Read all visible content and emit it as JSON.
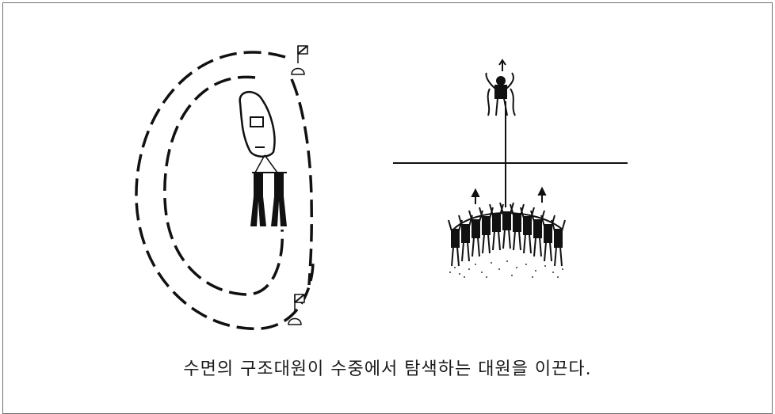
{
  "caption": "수면의 구조대원이 수중에서 탐색하는 대원을 이끈다.",
  "illustrations": [
    {
      "subject": "boat-with-divers-circling-search",
      "icons": [
        "boat-icon",
        "diver-icon",
        "dive-flag-buoy-icon"
      ]
    },
    {
      "subject": "surface-diver-leading-underwater-line-search",
      "icons": [
        "diver-icon"
      ]
    }
  ]
}
